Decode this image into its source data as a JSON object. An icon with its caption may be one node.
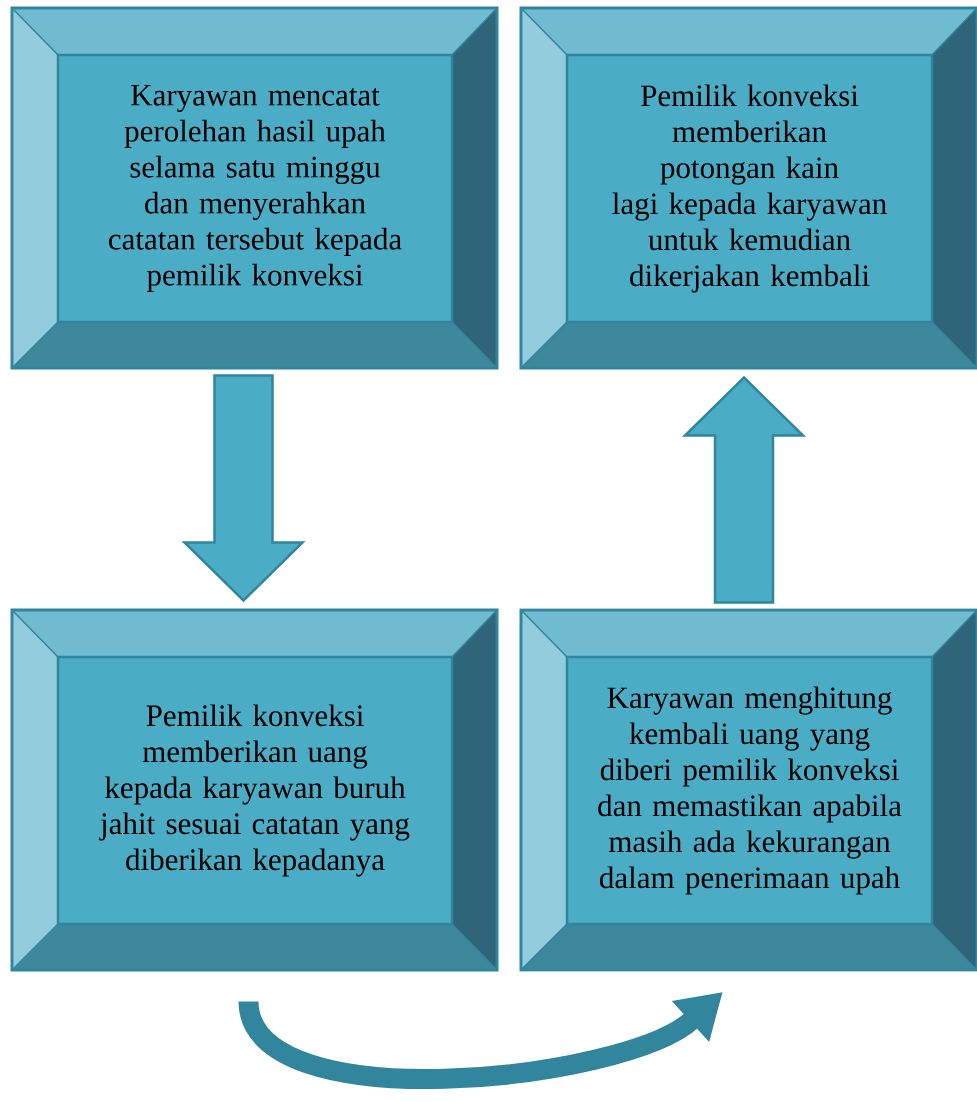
{
  "diagram": {
    "nodes": [
      {
        "text": [
          "Karyawan mencatat perolehan hasil upah selama satu minggu dan menyerahkan catatan tersebut kepada pemilik konveksi"
        ]
      },
      {
        "text": [
          "Pemilik konveksi memberikan potongan kain lagi kepada karyawan untuk kemudian dikerjakan kembali"
        ]
      },
      {
        "text": [
          "Pemilik konveksi memberikan uang kepada karyawan buruh jahit sesuai catatan yang diberikan kepadanya"
        ]
      },
      {
        "text": [
          "Karyawan menghitung kembali uang yang diberi pemilik konveksi dan memastikan apabila masih ada kekurangan dalam penerimaan upah"
        ]
      }
    ],
    "edges": [
      {
        "from": 0,
        "to": 2,
        "arrow": "to"
      },
      {
        "from": 2,
        "to": 3,
        "arrow": "to"
      },
      {
        "from": 3,
        "to": 1,
        "arrow": "to"
      }
    ]
  }
}
